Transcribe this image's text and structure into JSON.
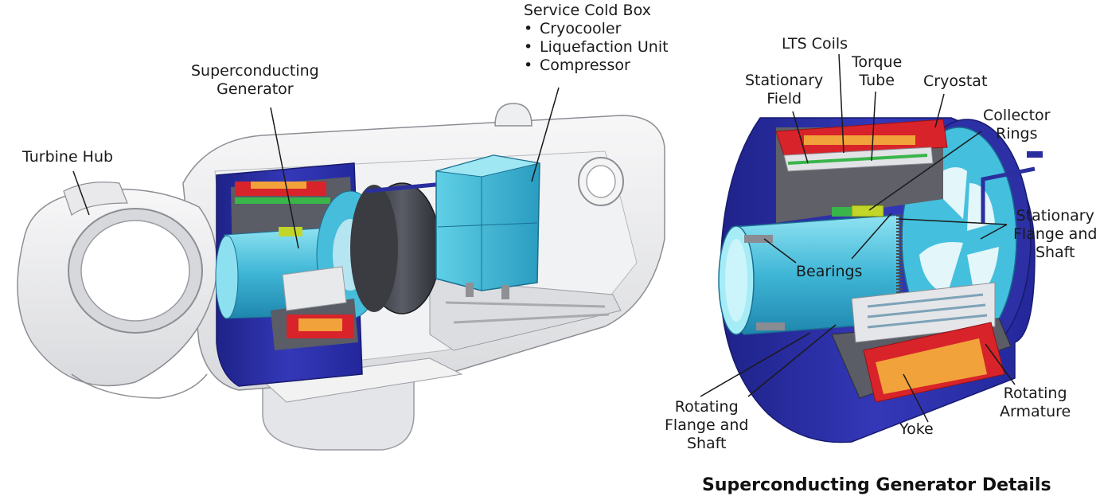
{
  "labels": {
    "service_cold_box": "Service Cold Box",
    "cold_box_items": [
      "Cryocooler",
      "Liquefaction Unit",
      "Compressor"
    ],
    "superconducting_generator": [
      "Superconducting",
      "Generator"
    ],
    "turbine_hub": "Turbine Hub",
    "lts_coils": "LTS Coils",
    "torque_tube": [
      "Torque",
      "Tube"
    ],
    "stationary_field": [
      "Stationary",
      "Field"
    ],
    "cryostat": "Cryostat",
    "collector_rings": [
      "Collector",
      "Rings"
    ],
    "stationary_flange": [
      "Stationary",
      "Flange and",
      "Shaft"
    ],
    "bearings": "Bearings",
    "rotating_flange": [
      "Rotating",
      "Flange and",
      "Shaft"
    ],
    "yoke": "Yoke",
    "rotating_armature": [
      "Rotating",
      "Armature"
    ]
  },
  "title": "Superconducting Generator Details",
  "colors": {
    "navy": "#2b2f9e",
    "cyan": "#49c7e0",
    "red": "#d8232a",
    "orange": "#f2a23a",
    "green": "#3ab54a",
    "nacelle_grey": "#e6e7e9"
  }
}
